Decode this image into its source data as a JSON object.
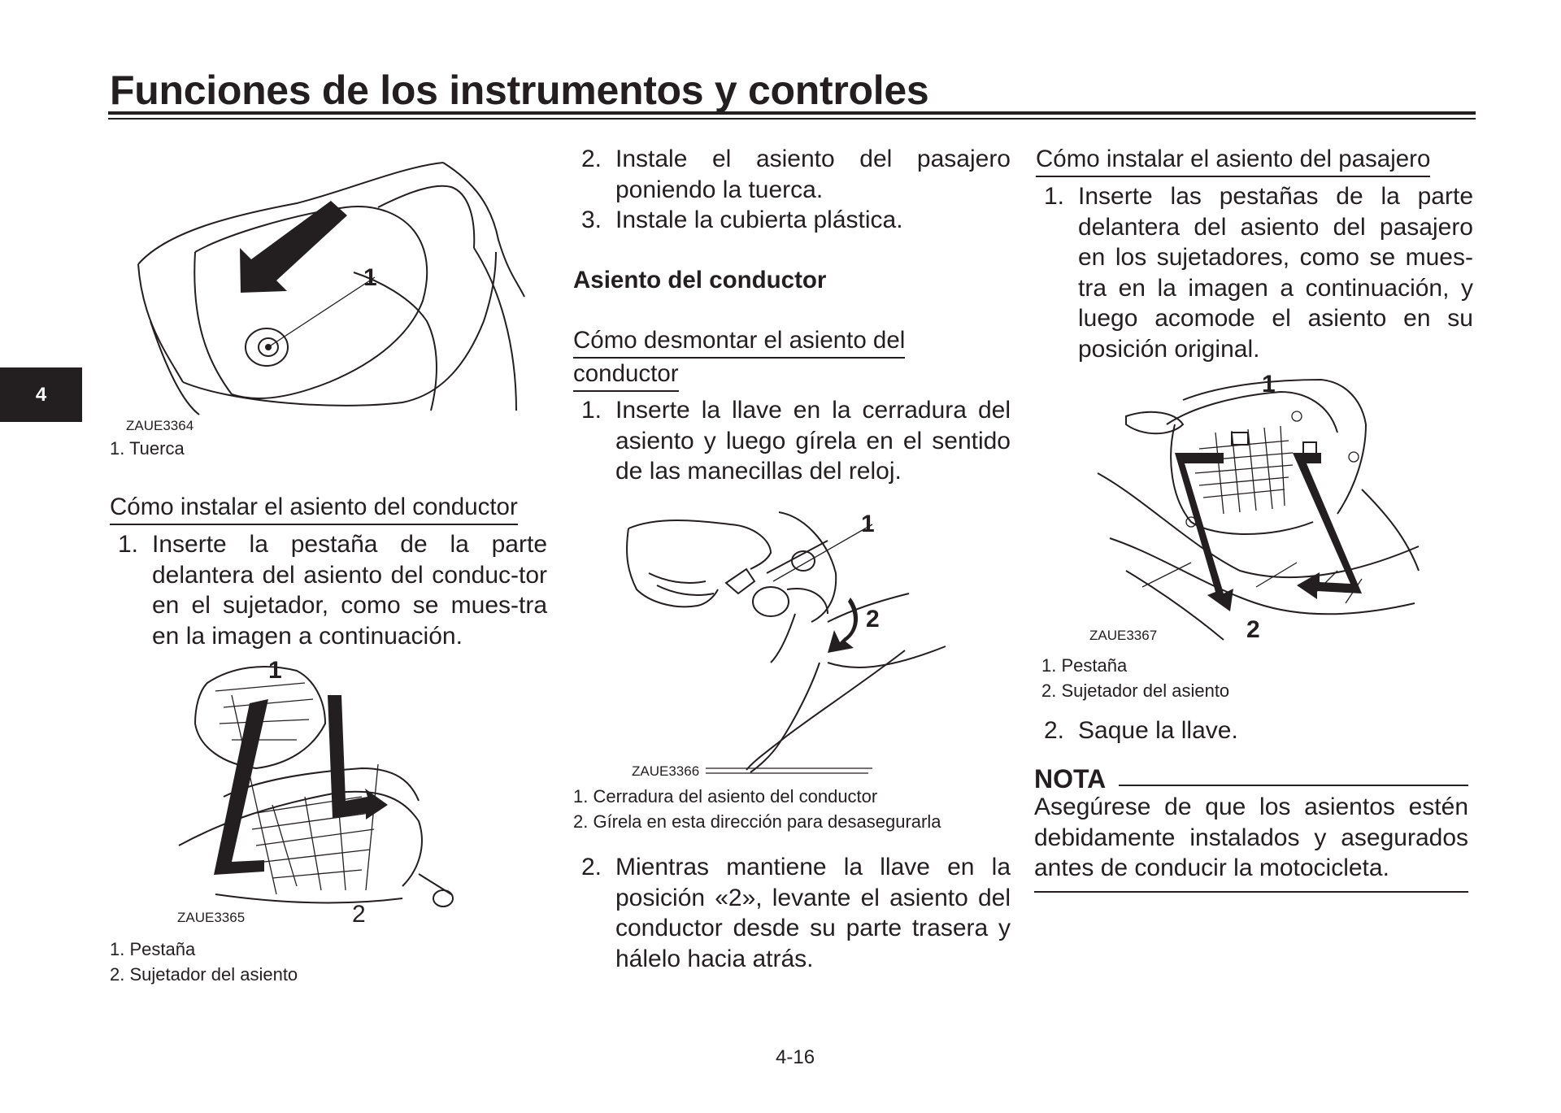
{
  "header": {
    "title": "Funciones de los instrumentos y controles",
    "chapter_tab": "4"
  },
  "col1": {
    "figure1": {
      "code": "ZAUE3364",
      "callout": "1",
      "legend": [
        "1. Tuerca"
      ]
    },
    "install_driver_heading": "Cómo instalar el asiento del conductor",
    "step1": {
      "num": "1.",
      "text": "Inserte la pestaña de la parte delantera del asiento del conduc-tor en el sujetador, como se mues-tra en la imagen a continuación."
    },
    "figure2": {
      "code": "ZAUE3365",
      "callout_1": "1",
      "callout_2": "2",
      "legend": [
        "1. Pestaña",
        "2. Sujetador del asiento"
      ]
    }
  },
  "col2": {
    "step2": {
      "num": "2.",
      "text": "Instale el asiento del pasajero poniendo la tuerca."
    },
    "step3": {
      "num": "3.",
      "text": "Instale la cubierta plástica."
    },
    "driver_seat_heading": "Asiento del conductor",
    "remove_driver_heading_line1": "Cómo desmontar el asiento del",
    "remove_driver_heading_line2": "conductor",
    "remove_step1": {
      "num": "1.",
      "text": "Inserte la llave en la cerradura del asiento y luego gírela en el sentido de las manecillas del reloj."
    },
    "figure3": {
      "code": "ZAUE3366",
      "callout_1": "1",
      "callout_2": "2",
      "legend": [
        "1. Cerradura del asiento del conductor",
        "2. Gírela en esta dirección para desasegurarla"
      ]
    },
    "remove_step2": {
      "num": "2.",
      "text": "Mientras mantiene la llave en la posición «2», levante el asiento del conductor desde su parte trasera y hálelo hacia atrás."
    }
  },
  "col3": {
    "install_passenger_heading": "Cómo instalar el asiento del pasajero",
    "step1": {
      "num": "1.",
      "text": "Inserte las pestañas de la parte delantera del asiento del pasajero en los sujetadores, como se mues-tra en la imagen a continuación, y luego acomode el asiento en su posición original."
    },
    "figure4": {
      "code": "ZAUE3367",
      "callout_1": "1",
      "callout_2": "2",
      "legend": [
        "1. Pestaña",
        "2. Sujetador del asiento"
      ]
    },
    "step2": {
      "num": "2.",
      "text": "Saque la llave."
    },
    "note": {
      "label": "NOTA",
      "text": "Asegúrese de que los asientos estén debidamente instalados y asegurados antes de conducir la motocicleta."
    }
  },
  "footer": {
    "page_number": "4-16"
  }
}
